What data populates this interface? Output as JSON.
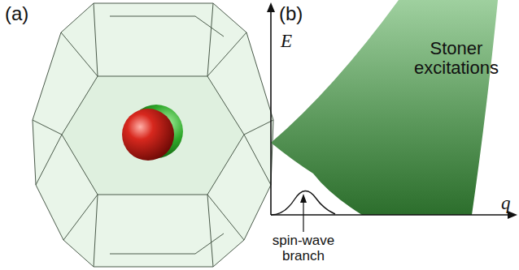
{
  "diagram": {
    "labels": [
      "(a)",
      "(b)",
      "E",
      "Stoner excitations",
      "spin-wave branch",
      "q"
    ]
  }
}
